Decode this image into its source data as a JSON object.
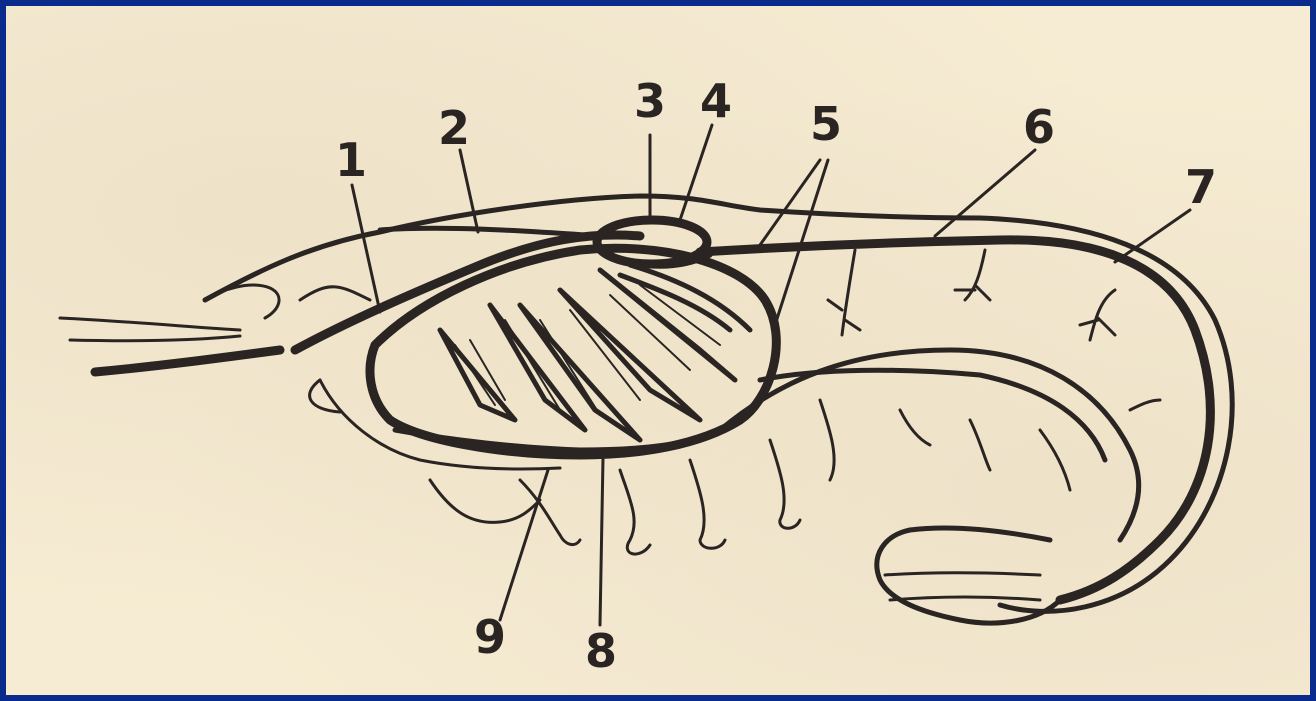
{
  "diagram": {
    "labels": [
      "1",
      "2",
      "3",
      "4",
      "5",
      "6",
      "7",
      "8",
      "9"
    ]
  },
  "colors": {
    "frame": "#0a2a8c",
    "paper": "#f6ecd3",
    "ink": "#2a2522"
  }
}
